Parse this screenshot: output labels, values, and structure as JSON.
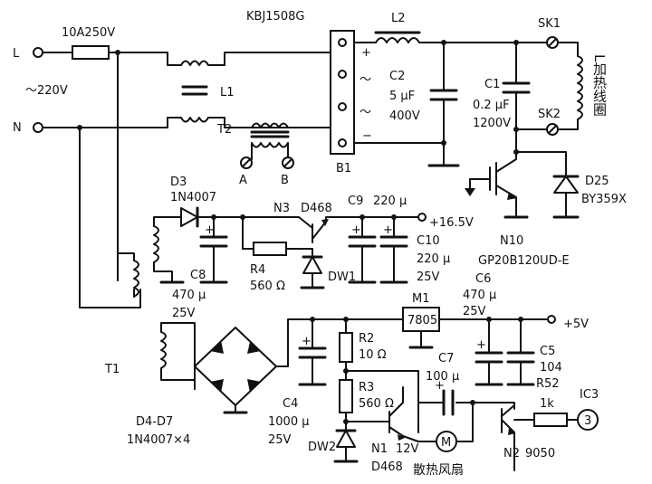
{
  "terminals": {
    "line": "L",
    "neutral": "N",
    "supply": "～220V",
    "pos_16v5": "+16.5V",
    "pos_5v": "+5V"
  },
  "fuse": {
    "rating": "10A250V"
  },
  "bridge": {
    "part": "KBJ1508G",
    "ref": "B1",
    "ac1": "～",
    "ac2": "～",
    "plus": "+",
    "minus": "−"
  },
  "inductors": {
    "l1": "L1",
    "l2": "L2",
    "heating_coil_label": "L加热线圈"
  },
  "t2": {
    "ref": "T2",
    "tap_a": "A",
    "tap_b": "B"
  },
  "caps": {
    "c1": {
      "ref": "C1",
      "value": "0.2 μF",
      "voltage": "1200V"
    },
    "c2": {
      "ref": "C2",
      "value": "5 μF",
      "voltage": "400V"
    },
    "c4": {
      "ref": "C4",
      "value": "1000 μ",
      "voltage": "25V"
    },
    "c5": {
      "ref": "C5",
      "value": "104"
    },
    "c6": {
      "ref": "C6",
      "value": "470 μ",
      "voltage": "25V"
    },
    "c7": {
      "ref": "C7",
      "value": "100 μ"
    },
    "c8": {
      "ref": "C8",
      "value": "470 μ",
      "voltage": "25V"
    },
    "c9": {
      "ref": "C9",
      "value": "220 μ"
    },
    "c10": {
      "ref": "C10",
      "value": "220 μ",
      "voltage": "25V"
    }
  },
  "sockets": {
    "sk1": "SK1",
    "sk2": "SK2"
  },
  "igbt": {
    "ref": "N10",
    "part": "GP20B120UD-E"
  },
  "diode_d25": {
    "ref": "D25",
    "part": "BY359X"
  },
  "diode_d3": {
    "ref": "D3",
    "part": "1N4007"
  },
  "transistor_n3": {
    "ref": "N3",
    "part": "D468"
  },
  "resistors": {
    "r4": {
      "ref": "R4",
      "value": "560 Ω"
    },
    "r2": {
      "ref": "R2",
      "value": "10 Ω"
    },
    "r3": {
      "ref": "R3",
      "value": "560 Ω"
    },
    "r52": {
      "ref": "R52",
      "value": "1k"
    }
  },
  "zeners": {
    "dw1": "DW1",
    "dw2": "DW2"
  },
  "regulator": {
    "ref": "M1",
    "part": "7805"
  },
  "t1": {
    "ref": "T1"
  },
  "rectifier": {
    "refs": "D4-D7",
    "part": "1N4007×4"
  },
  "n1": {
    "ref": "N1",
    "part": "D468",
    "voltage": "12V"
  },
  "fan": {
    "symbol": "M",
    "label": "散热风扇"
  },
  "n2": {
    "ref": "N2",
    "part": "9050"
  },
  "ic3": {
    "ref": "IC3",
    "pin": "3"
  }
}
